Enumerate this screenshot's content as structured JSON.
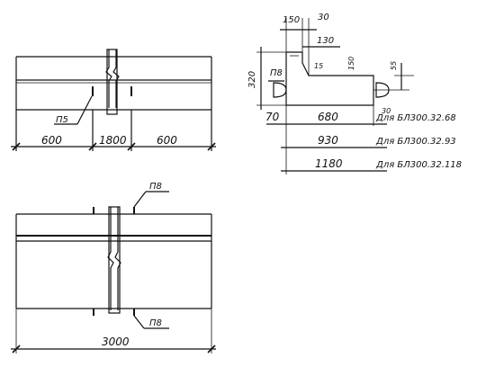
{
  "top_left_view": {
    "dim_left": "600",
    "dim_mid": "1800",
    "dim_right": "600",
    "callout": "П5"
  },
  "section_view": {
    "dim_150": "150",
    "dim_30": "30",
    "dim_130": "130",
    "dim_320": "320",
    "dim_15": "15",
    "dim_150v": "150",
    "dim_55": "55",
    "dim_chamfer": "30",
    "callout": "П8",
    "dim_70": "70",
    "widths": [
      {
        "value": "680",
        "note": "Для БЛ300.32.68"
      },
      {
        "value": "930",
        "note": "Для БЛ300.32.93"
      },
      {
        "value": "1180",
        "note": "Для БЛ300.32.118"
      }
    ]
  },
  "bottom_view": {
    "callout_top": "П8",
    "callout_bottom": "П8",
    "dim_total": "3000"
  }
}
